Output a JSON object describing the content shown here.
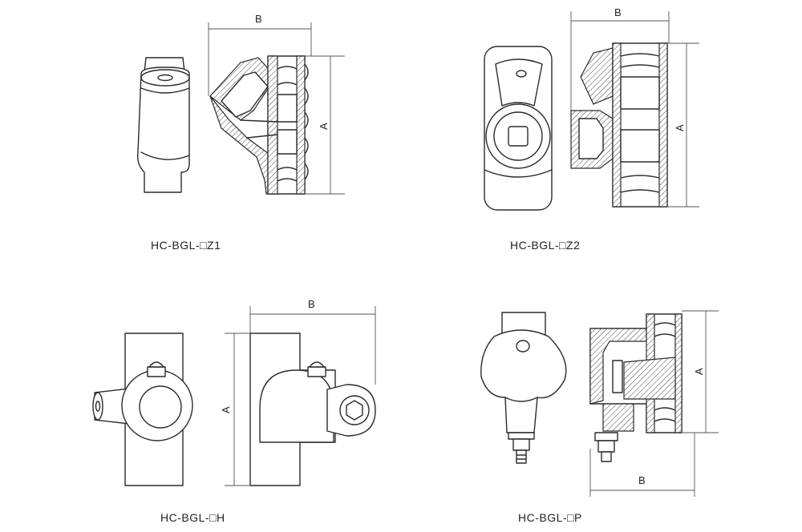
{
  "captions": {
    "z1": "HC-BGL-□Z1",
    "z2": "HC-BGL-□Z2",
    "h": "HC-BGL-□H",
    "p": "HC-BGL-□P"
  },
  "dimensions": {
    "z1": {
      "a": "A",
      "b": "B"
    },
    "z2": {
      "a": "A",
      "b": "B"
    },
    "h": {
      "a": "A",
      "b": "B"
    },
    "p": {
      "a": "A",
      "b": "B"
    }
  }
}
